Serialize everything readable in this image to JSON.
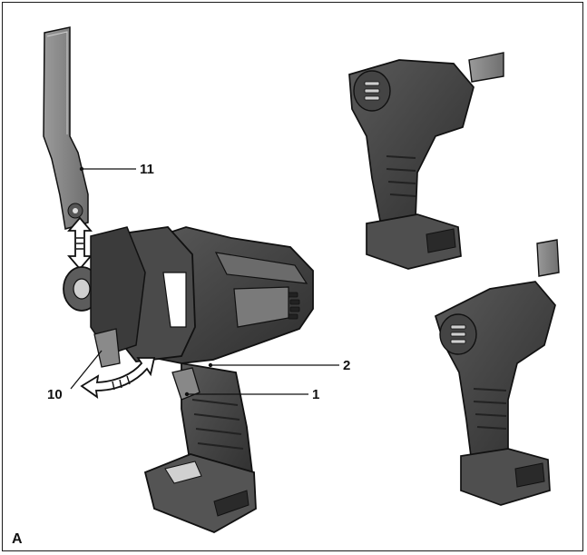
{
  "figure": {
    "label": "A"
  },
  "callouts": [
    {
      "id": "11",
      "text": "11"
    },
    {
      "id": "2",
      "text": "2"
    },
    {
      "id": "1",
      "text": "1"
    },
    {
      "id": "10",
      "text": "10"
    }
  ],
  "colors": {
    "line": "#111111",
    "body_dark": "#3a3a3a",
    "body_mid": "#6b6b6b",
    "body_light": "#a8a8a8",
    "blade": "#8c8c8c",
    "background": "#ffffff"
  },
  "icons": [
    "oscillating-tool-main",
    "oscillating-blade",
    "double-arrow-vertical",
    "curved-arrow",
    "oscillating-tool-view-top-right",
    "oscillating-tool-view-bottom-right"
  ]
}
